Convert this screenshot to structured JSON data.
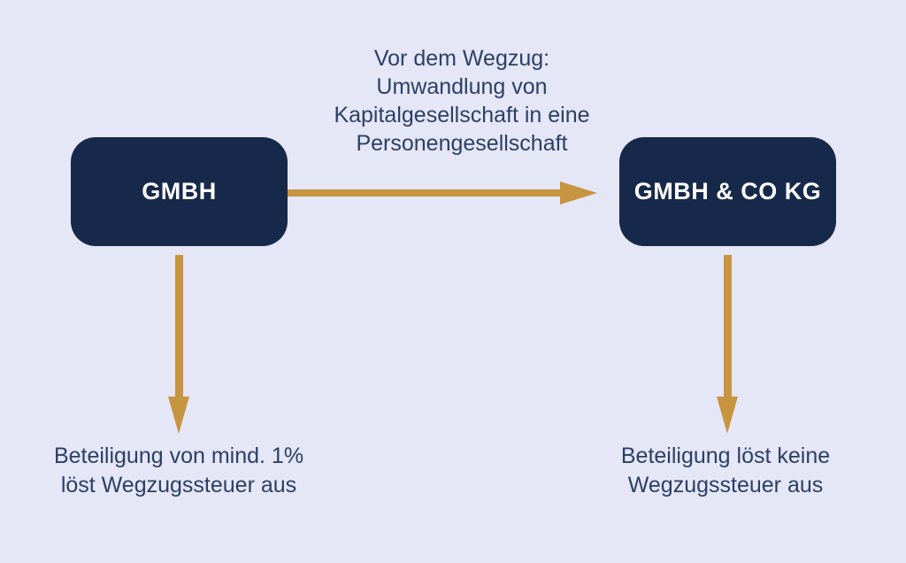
{
  "colors": {
    "background": "#e5e6f6",
    "box_fill": "#17294a",
    "arrow": "#c79440",
    "text": "#2b4066",
    "box_label": "#ffffff"
  },
  "diagram": {
    "top_annotation": "Vor dem Wegzug:\nUmwandlung von\nKapitalgesellschaft in eine\nPersonengesellschaft",
    "left_box": {
      "label": "GMBH"
    },
    "right_box": {
      "label": "GMBH & CO KG"
    },
    "left_caption": "Beteiligung von mind. 1%\nlöst Wegzugssteuer aus",
    "right_caption": "Beteiligung löst keine\nWegzugssteuer aus"
  }
}
